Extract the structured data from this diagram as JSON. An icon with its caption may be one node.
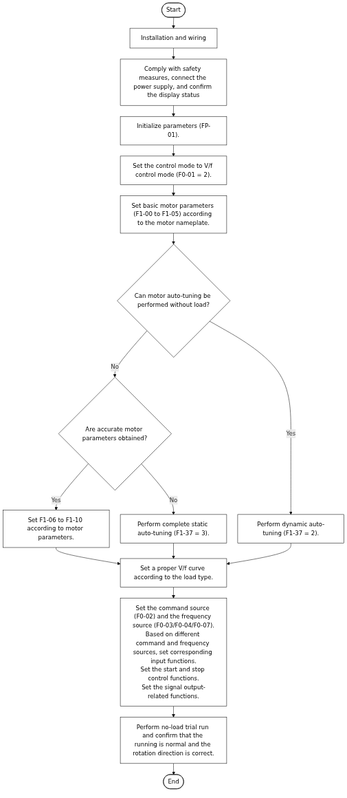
{
  "diagram": {
    "nodes": [
      {
        "text": [
          "Start"
        ]
      },
      {
        "text": [
          "Installation and wiring"
        ]
      },
      {
        "text": [
          "Comply with safety measures, connect the power supply, and confirm the display status"
        ]
      },
      {
        "text": [
          "Initialize parameters (FP-01)."
        ]
      },
      {
        "text": [
          "Set the control mode to V/f control mode (F0-01 = 2)."
        ]
      },
      {
        "text": [
          "Set basic motor parameters (F1-00 to F1-05) according to the motor nameplate."
        ]
      },
      {
        "text": [
          "Can motor auto-tuning be performed without load?"
        ]
      },
      {
        "text": [
          "Are accurate motor parameters obtained?"
        ]
      },
      {
        "text": [
          "Set F1-06 to F1-10 according to motor parameters."
        ]
      },
      {
        "text": [
          "Perform complete static auto-tuning (F1-37 = 3)."
        ]
      },
      {
        "text": [
          "Perform dynamic auto-tuning (F1-37 = 2)."
        ]
      },
      {
        "text": [
          "Set a proper V/f curve according to the load type."
        ]
      },
      {
        "text": [
          "Set the command source (F0-02) and the frequency source (F0-03/F0-04/F0-07).",
          "Based on different command and frequency sources, set corresponding input functions.",
          "Set the start and stop control functions.",
          "Set the signal output-related functions."
        ]
      },
      {
        "text": [
          "Perform no-load trial run and confirm that the running is normal and the rotation direction is correct."
        ]
      },
      {
        "text": [
          "End"
        ]
      }
    ],
    "edges": [
      {
        "from": 0,
        "to": 1,
        "arrow": "to"
      },
      {
        "from": 1,
        "to": 2,
        "arrow": "to"
      },
      {
        "from": 2,
        "to": 3,
        "arrow": "to"
      },
      {
        "from": 3,
        "to": 4,
        "arrow": "to"
      },
      {
        "from": 4,
        "to": 5,
        "arrow": "to"
      },
      {
        "from": 5,
        "to": 6,
        "arrow": "to"
      },
      {
        "from": 6,
        "to": 7,
        "arrow": "to",
        "label": "No"
      },
      {
        "from": 6,
        "to": 10,
        "arrow": "to",
        "label": "Yes"
      },
      {
        "from": 7,
        "to": 9,
        "arrow": "to",
        "label": "No"
      },
      {
        "from": 7,
        "to": 8,
        "arrow": "to",
        "label": "Yes"
      },
      {
        "from": 8,
        "to": 11,
        "arrow": "to"
      },
      {
        "from": 9,
        "to": 11,
        "arrow": "to"
      },
      {
        "from": 10,
        "to": 11,
        "arrow": "to"
      },
      {
        "from": 11,
        "to": 12,
        "arrow": "to"
      },
      {
        "from": 12,
        "to": 13,
        "arrow": "to"
      },
      {
        "from": 13,
        "to": 14,
        "arrow": "to"
      }
    ]
  }
}
